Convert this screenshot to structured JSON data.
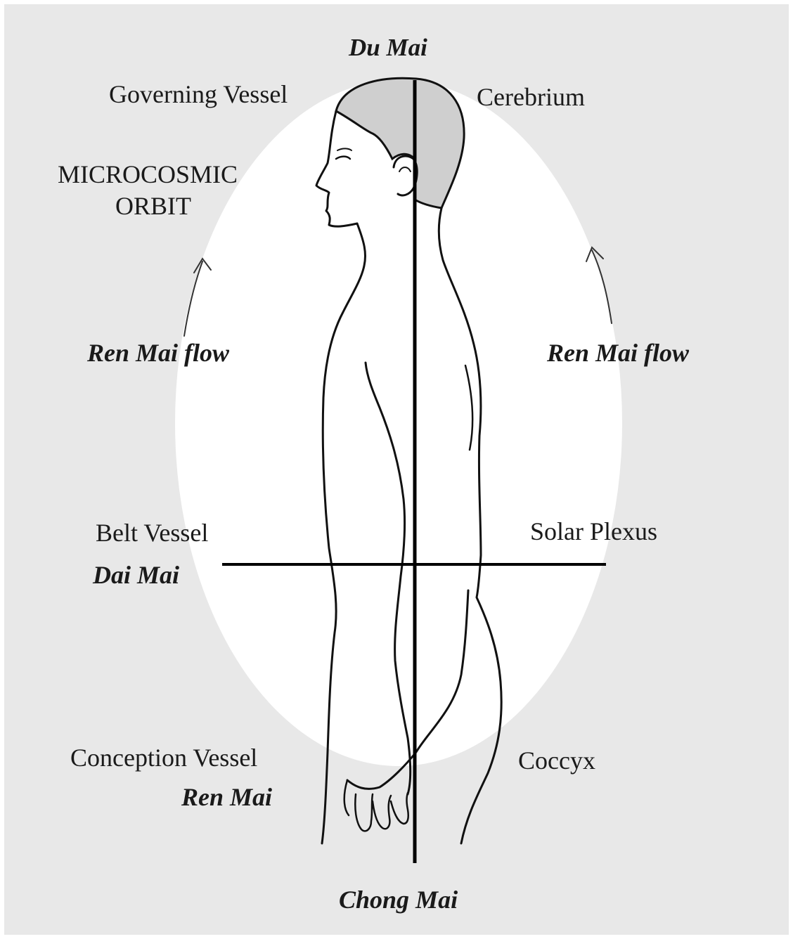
{
  "colors": {
    "background": "#e8e8e8",
    "oval": "#ffffff",
    "hair": "#cfcfcf",
    "ink": "#111111"
  },
  "labels": {
    "du_mai": "Du Mai",
    "governing_vessel": "Governing Vessel",
    "cerebrium": "Cerebrium",
    "microcosmic_line1": "MICROCOSMIC",
    "microcosmic_line2": "ORBIT",
    "ren_mai_flow_left": "Ren Mai flow",
    "ren_mai_flow_right": "Ren Mai flow",
    "belt_vessel": "Belt Vessel",
    "dai_mai": "Dai Mai",
    "solar_plexus": "Solar Plexus",
    "conception_vessel": "Conception Vessel",
    "ren_mai": "Ren Mai",
    "coccyx": "Coccyx",
    "chong_mai": "Chong Mai"
  },
  "icons": [
    "flow-arrow-up-left",
    "flow-arrow-up-right"
  ]
}
